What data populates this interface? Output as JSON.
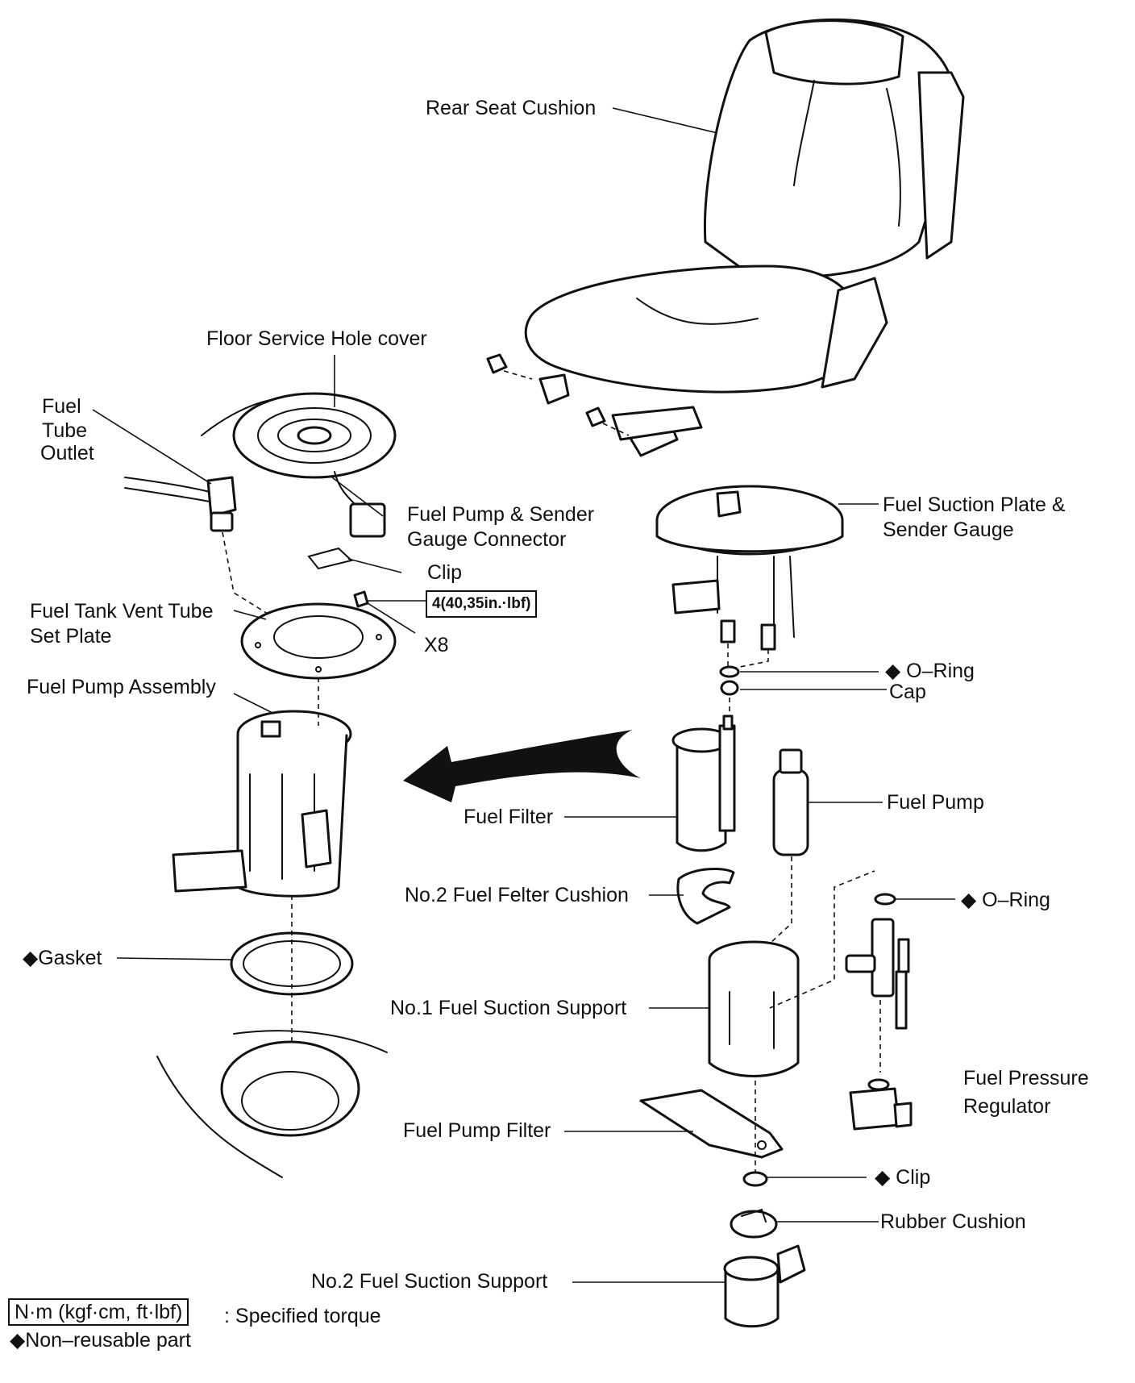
{
  "diagram": {
    "labels": {
      "rear_seat_cushion": "Rear Seat Cushion",
      "floor_service_hole_cover": "Floor Service Hole cover",
      "fuel_tube_outlet": [
        "Fuel",
        "Tube",
        "Outlet"
      ],
      "fuel_pump_sender_gauge_connector": [
        "Fuel Pump & Sender",
        "Gauge Connector"
      ],
      "clip_top": "Clip",
      "torque_spec": "4(40,35in.·lbf)",
      "x8": "X8",
      "fuel_tank_vent_tube_set_plate": [
        "Fuel Tank Vent Tube",
        "Set Plate"
      ],
      "fuel_pump_assembly": "Fuel Pump Assembly",
      "fuel_suction_plate_sender_gauge": [
        "Fuel Suction Plate &",
        "Sender Gauge"
      ],
      "o_ring_top": "◆ O–Ring",
      "cap": "Cap",
      "fuel_filter": "Fuel Filter",
      "fuel_pump": "Fuel Pump",
      "no2_fuel_filter_cushion": "No.2 Fuel Felter Cushion",
      "o_ring_right": "◆ O–Ring",
      "gasket": "◆Gasket",
      "no1_fuel_suction_support": "No.1 Fuel Suction Support",
      "fuel_pressure_regulator": [
        "Fuel  Pressure",
        "Regulator"
      ],
      "fuel_pump_filter": "Fuel Pump Filter",
      "clip_bottom": "◆ Clip",
      "rubber_cushion": "Rubber Cushion",
      "no2_fuel_suction_support": "No.2 Fuel Suction Support"
    },
    "legend": {
      "unit_box": "N·m (kgf·cm, ft·lbf)",
      "unit_text": ": Specified torque",
      "non_reusable": "◆Non–reusable part"
    }
  }
}
